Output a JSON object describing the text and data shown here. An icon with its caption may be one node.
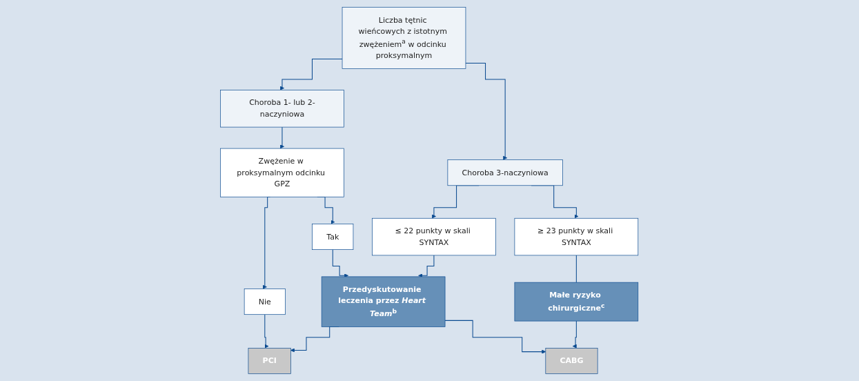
{
  "diagram": {
    "nodes": [
      {
        "text": [
          "Liczba tętnic wieńcowych z istotnym zwężeniem$^{a}$ w odcinku proksymalnym"
        ]
      },
      {
        "text": [
          "Choroba 1- lub 2-naczyniowa"
        ]
      },
      {
        "text": [
          "Choroba 3-naczyniowa"
        ]
      },
      {
        "text": [
          "Zwężenie w proksymalnym odcinku GPZ"
        ]
      },
      {
        "text": [
          "≤ 22 punkty w skali SYNTAX"
        ]
      },
      {
        "text": [
          "≥ 23 punkty w skali SYNTAX"
        ]
      },
      {
        "text": [
          "Nie"
        ]
      },
      {
        "text": [
          "Tak"
        ]
      },
      {
        "text": [
          "Przedyskutowanie leczenia przez *Heart Team*$^{b}$"
        ]
      },
      {
        "text": [
          "Małe ryzyko chirurgiczne$^{c}$"
        ]
      },
      {
        "text": [
          "PCI"
        ]
      },
      {
        "text": [
          "CABG"
        ]
      }
    ],
    "edges": [
      {
        "from": 0,
        "to": 1,
        "arrow": "to"
      },
      {
        "from": 0,
        "to": 2,
        "arrow": "to"
      },
      {
        "from": 1,
        "to": 3,
        "arrow": "to"
      },
      {
        "from": 2,
        "to": 4,
        "arrow": "to"
      },
      {
        "from": 2,
        "to": 5,
        "arrow": "to"
      },
      {
        "from": 3,
        "to": 6,
        "arrow": "to"
      },
      {
        "from": 3,
        "to": 7,
        "arrow": "to"
      },
      {
        "from": 6,
        "to": 10,
        "arrow": "to"
      },
      {
        "from": 7,
        "to": 8,
        "arrow": "to"
      },
      {
        "from": 4,
        "to": 8,
        "arrow": "to"
      },
      {
        "from": 5,
        "to": 9,
        "arrow": "none"
      },
      {
        "from": 9,
        "to": 11,
        "arrow": "to"
      },
      {
        "from": 8,
        "to": 10,
        "arrow": "to"
      },
      {
        "from": 8,
        "to": 11,
        "arrow": "to"
      }
    ]
  }
}
